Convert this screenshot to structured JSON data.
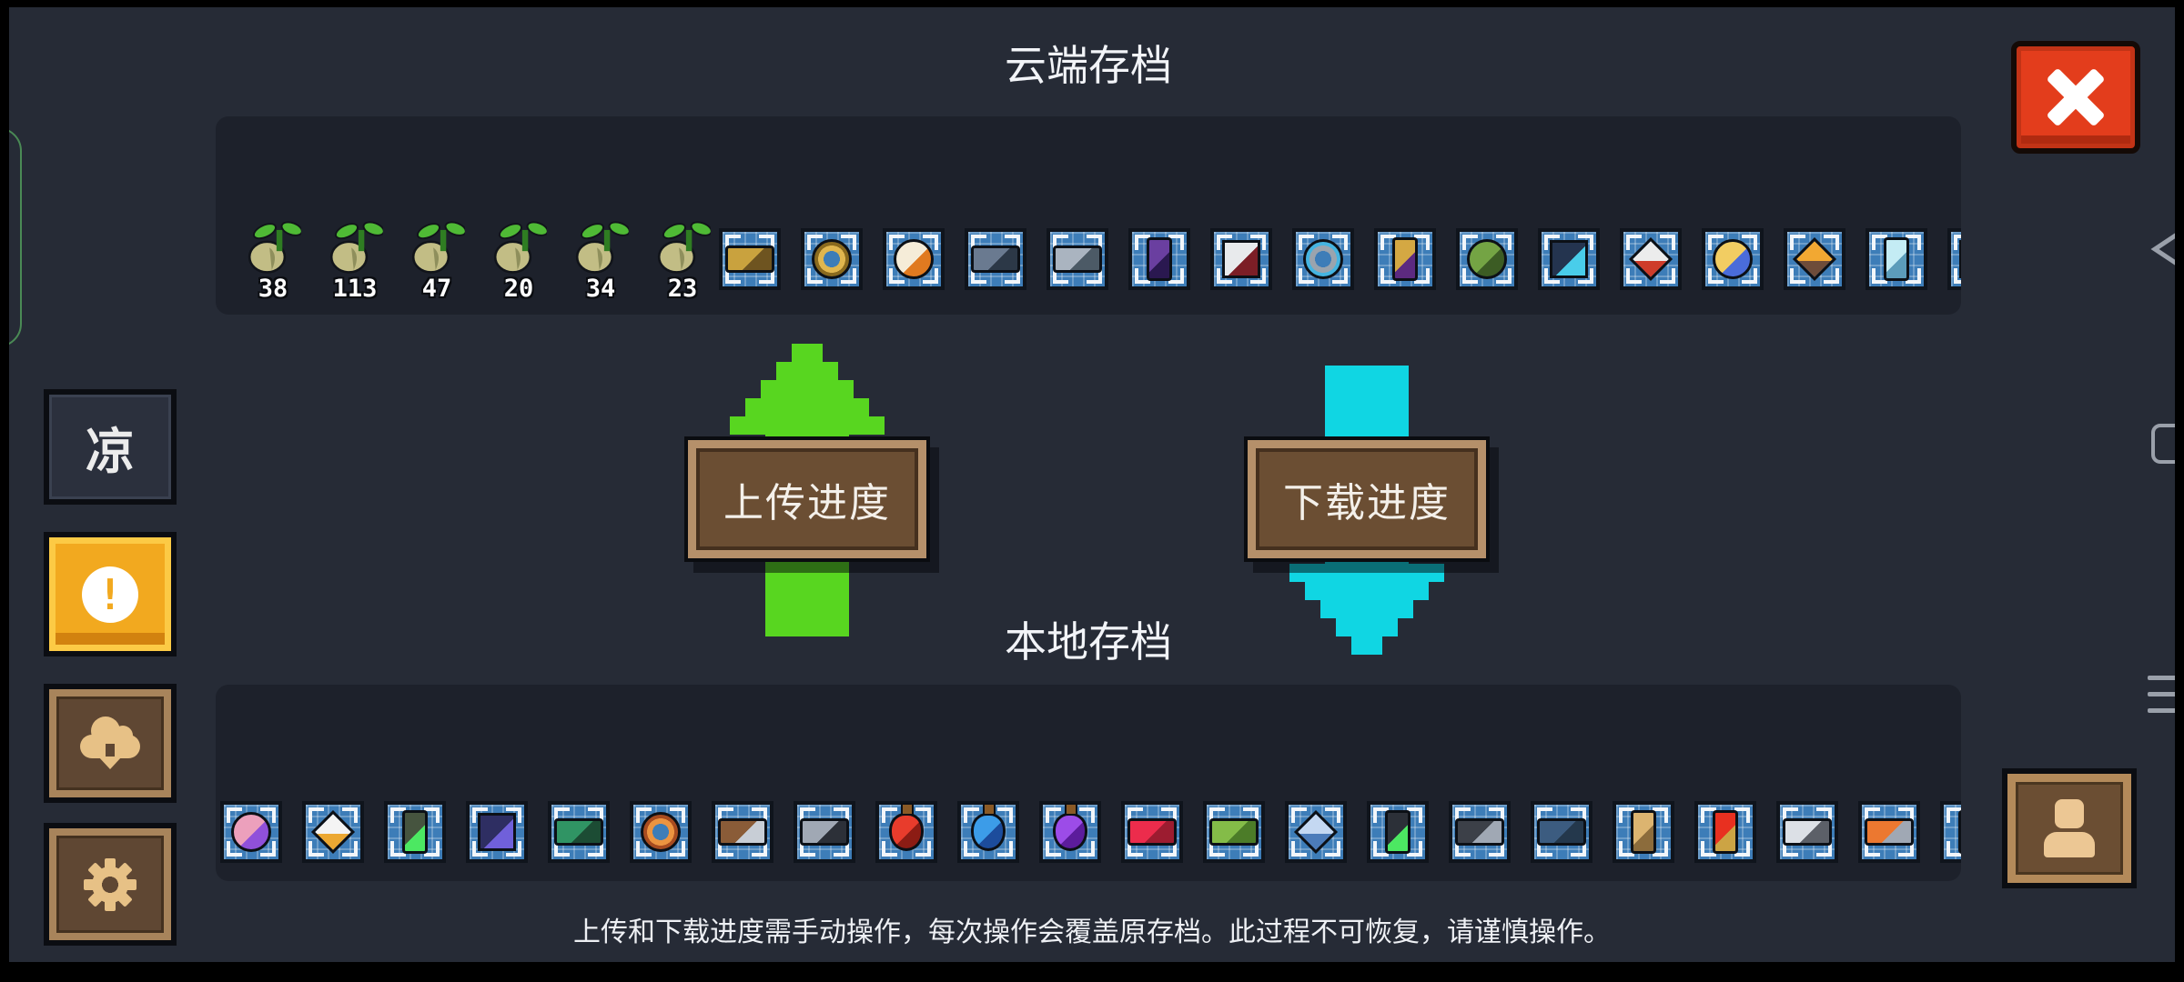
{
  "titles": {
    "cloud": "云端存档",
    "local": "本地存档"
  },
  "warning": "上传和下载进度需手动操作，每次操作会覆盖原存档。此过程不可恢复，请谨慎操作。",
  "upload": {
    "label": "上传进度"
  },
  "download": {
    "label": "下载进度"
  },
  "sidebar": {
    "liang_label": "凉",
    "alert_label": "!"
  },
  "colors": {
    "background": "#262b36",
    "panel": "#1d212b",
    "tile_blue": "#3d7db8",
    "accent_green": "#58d620",
    "accent_cyan": "#10d6e3",
    "sign_brown": "#6b4e33",
    "close_red": "#e33d1c",
    "alert_yellow": "#f2a91f",
    "button_brown": "#5f4733"
  },
  "cloud_saves": {
    "seeds": [
      {
        "count": "38"
      },
      {
        "count": "113"
      },
      {
        "count": "47"
      },
      {
        "count": "20"
      },
      {
        "count": "34"
      },
      {
        "count": "23"
      }
    ],
    "items": [
      {
        "name": "tank",
        "shape": "wide",
        "colors": [
          "#c9a23e",
          "#6e5420"
        ]
      },
      {
        "name": "golden-ring",
        "shape": "ring",
        "colors": [
          "#e0b64e",
          "#8a6a1e"
        ]
      },
      {
        "name": "lion-mask",
        "shape": "round",
        "colors": [
          "#f5ecd8",
          "#e07a20"
        ]
      },
      {
        "name": "gunship",
        "shape": "wide",
        "colors": [
          "#6a7a90",
          "#2c3847"
        ]
      },
      {
        "name": "ufo-disc",
        "shape": "wide",
        "colors": [
          "#aab4c0",
          "#4c5a66"
        ]
      },
      {
        "name": "arcade-machine",
        "shape": "tall",
        "colors": [
          "#6a3fa0",
          "#2a1850"
        ]
      },
      {
        "name": "striped-flag",
        "shape": "square",
        "colors": [
          "#e8eaec",
          "#7c1e26"
        ]
      },
      {
        "name": "portal-ring",
        "shape": "ring",
        "colors": [
          "#9aa4ae",
          "#45b4e0"
        ]
      },
      {
        "name": "royal-idol",
        "shape": "tall",
        "colors": [
          "#d4a843",
          "#5c2a80"
        ]
      },
      {
        "name": "vine-dragon",
        "shape": "round",
        "colors": [
          "#74a444",
          "#3c5c24"
        ]
      },
      {
        "name": "storm-can",
        "shape": "square",
        "colors": [
          "#24344f",
          "#49cdea"
        ]
      },
      {
        "name": "rocket-shield",
        "shape": "diamond",
        "colors": [
          "#ececec",
          "#ce3c2a"
        ]
      },
      {
        "name": "golden-hand",
        "shape": "round",
        "colors": [
          "#f2cd62",
          "#4a6cda"
        ]
      },
      {
        "name": "flame-burst",
        "shape": "diamond",
        "colors": [
          "#f2a832",
          "#6e4c3a"
        ]
      },
      {
        "name": "syringe-lantern",
        "shape": "tall",
        "colors": [
          "#c4ecf4",
          "#5c9cba"
        ]
      },
      {
        "name": "clipped-item",
        "shape": "square",
        "colors": [
          "#8094a8",
          "#3a4a5a"
        ]
      }
    ]
  },
  "local_saves": {
    "items": [
      {
        "name": "crystal-egg",
        "shape": "round",
        "colors": [
          "#eca0bc",
          "#9050da"
        ]
      },
      {
        "name": "gem-scepter",
        "shape": "diamond",
        "colors": [
          "#f4f4f4",
          "#eca832"
        ]
      },
      {
        "name": "walkie-talkie",
        "shape": "tall",
        "colors": [
          "#46543f",
          "#4ce862"
        ]
      },
      {
        "name": "energy-net",
        "shape": "square",
        "colors": [
          "#2e2e62",
          "#7060da"
        ]
      },
      {
        "name": "green-smg",
        "shape": "wide",
        "colors": [
          "#309464",
          "#1c4c34"
        ]
      },
      {
        "name": "target-shield",
        "shape": "ring",
        "colors": [
          "#ec9440",
          "#a84c20"
        ]
      },
      {
        "name": "claw-glove",
        "shape": "wide",
        "colors": [
          "#8a5c38",
          "#c8ced6"
        ]
      },
      {
        "name": "hammer",
        "shape": "wide",
        "colors": [
          "#a0a8b4",
          "#2c3038"
        ]
      },
      {
        "name": "red-potion",
        "shape": "potion",
        "colors": [
          "#e83c2c",
          "#8c1c14"
        ]
      },
      {
        "name": "blue-potion",
        "shape": "potion",
        "colors": [
          "#3c9ce8",
          "#1c4c9c"
        ]
      },
      {
        "name": "purple-potion",
        "shape": "potion",
        "colors": [
          "#9c4ce8",
          "#5c1c9c"
        ]
      },
      {
        "name": "price-gun",
        "shape": "wide",
        "colors": [
          "#ec2c4c",
          "#9c1c30"
        ]
      },
      {
        "name": "green-hat",
        "shape": "wide",
        "colors": [
          "#84bc48",
          "#4c7c28"
        ]
      },
      {
        "name": "shuriken",
        "shape": "diamond",
        "colors": [
          "#c4d8f2",
          "#4c7cba"
        ]
      },
      {
        "name": "calculator",
        "shape": "tall",
        "colors": [
          "#2c3038",
          "#4ce862"
        ]
      },
      {
        "name": "camera",
        "shape": "wide",
        "colors": [
          "#3c4048",
          "#a0a8b4"
        ]
      },
      {
        "name": "fish-cannon",
        "shape": "wide",
        "colors": [
          "#3c5c80",
          "#24384c"
        ]
      },
      {
        "name": "wooden-door",
        "shape": "tall",
        "colors": [
          "#dcb470",
          "#8c6c3c"
        ]
      },
      {
        "name": "nuke-bomb",
        "shape": "tall",
        "colors": [
          "#e83020",
          "#cca444"
        ]
      },
      {
        "name": "revolver",
        "shape": "wide",
        "colors": [
          "#dce0e6",
          "#5c6068"
        ]
      },
      {
        "name": "drill-rocket",
        "shape": "wide",
        "colors": [
          "#ec7830",
          "#a0a8b4"
        ]
      },
      {
        "name": "clipped-book",
        "shape": "tall",
        "colors": [
          "#cca46c",
          "#6c4c2c"
        ]
      }
    ]
  }
}
